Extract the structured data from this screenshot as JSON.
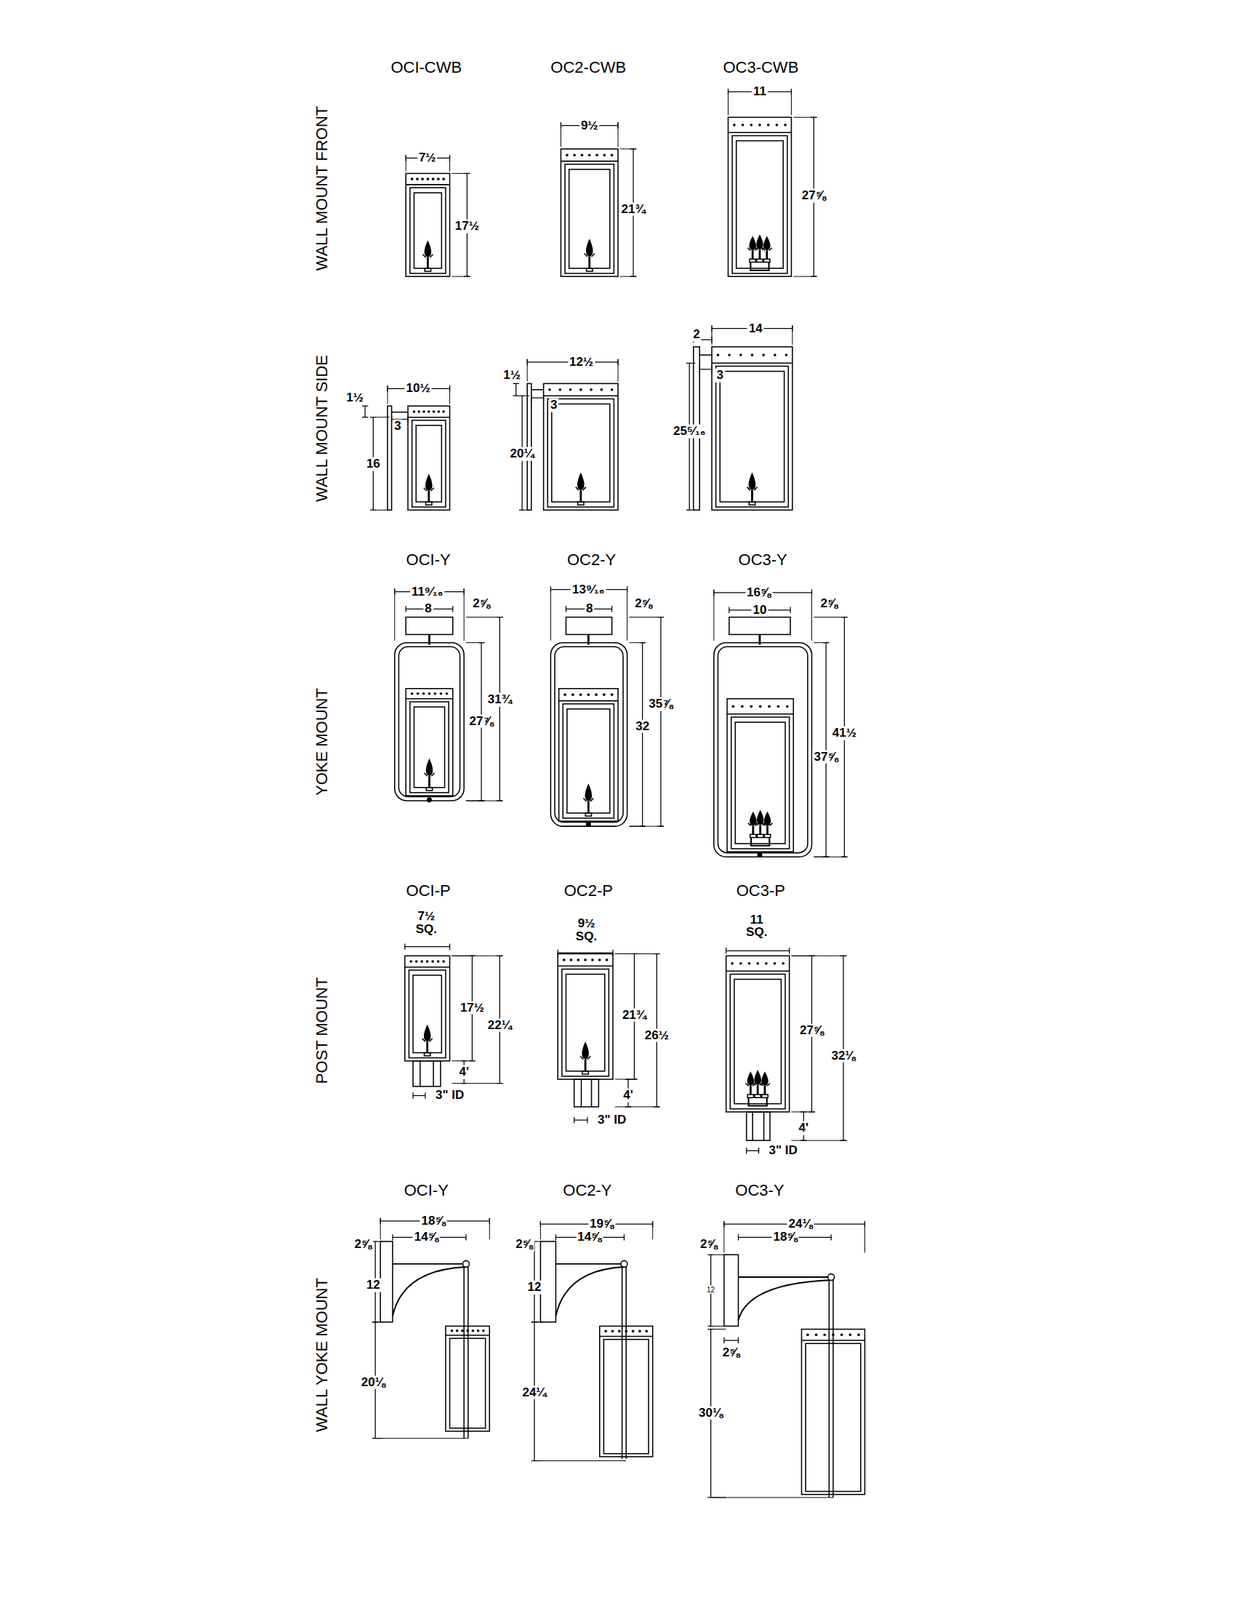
{
  "diagram": {
    "labels": [
      "OCI-CWB",
      "OC2-CWB",
      "OC3-CWB",
      "WALL MOUNT FRONT",
      "7½",
      "17½",
      "9½",
      "21¾",
      "11",
      "27⅝",
      "WALL MOUNT SIDE",
      "1½",
      "10½",
      "3",
      "16",
      "1½",
      "12½",
      "3",
      "20¼",
      "2",
      "14",
      "3",
      "25⁵⁄₁₆",
      "OCI-Y",
      "OC2-Y",
      "OC3-Y",
      "YOKE MOUNT",
      "11⁹⁄₁₆",
      "8",
      "2⅝",
      "31¾",
      "27⅞",
      "13⁹⁄₁₆",
      "8",
      "2⅝",
      "35⅞",
      "32",
      "16⅝",
      "10",
      "2⅝",
      "41½",
      "37⅝",
      "OCI-P",
      "OC2-P",
      "OC3-P",
      "POST MOUNT",
      "7½ SQ.",
      "17½",
      "22¼",
      "4'",
      "3\" ID",
      "9½ SQ.",
      "21¾",
      "26½",
      "4'",
      "3\" ID",
      "11 SQ.",
      "27⅝",
      "32⅛",
      "4'",
      "3\" ID",
      "OCI-Y",
      "OC2-Y",
      "OC3-Y",
      "WALL YOKE MOUNT",
      "18⅝",
      "2⅝",
      "14⅝",
      "12",
      "20⅛",
      "19⅝",
      "2⅝",
      "14⅝",
      "12",
      "24¼",
      "24⅛",
      "2⅝",
      "18⅝",
      "12",
      "2⅝",
      "30⅛"
    ]
  }
}
